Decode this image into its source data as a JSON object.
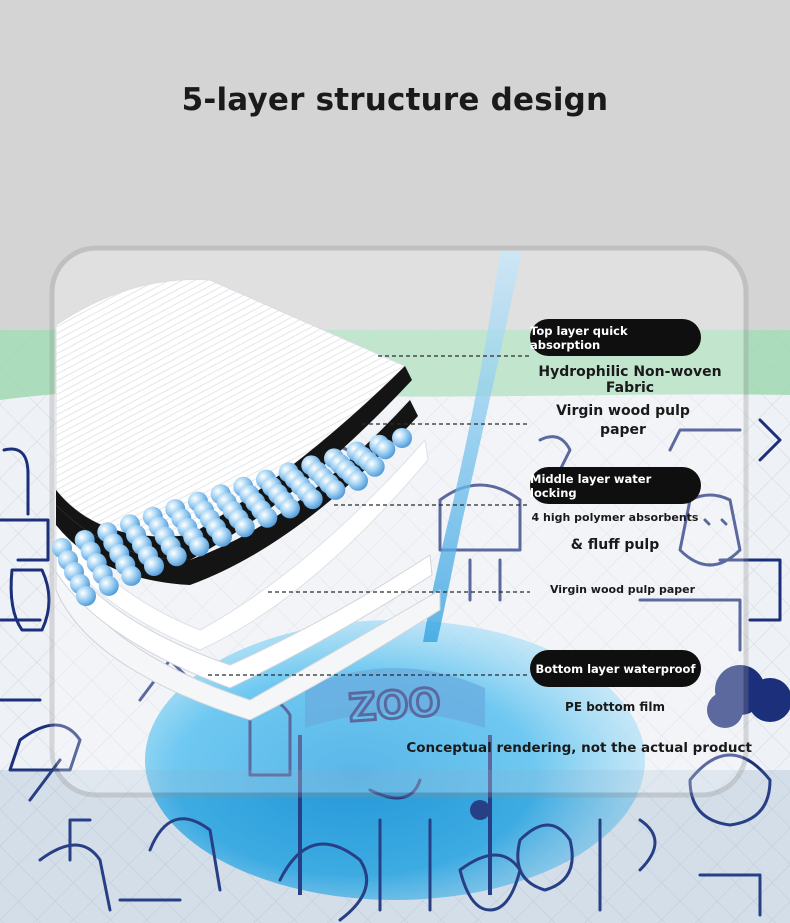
{
  "title": "5-layer structure design",
  "layers": [
    {
      "pill": "Top layer quick absorption",
      "desc": "Hydrophilic Non-woven Fabric"
    },
    {
      "desc": "Virgin wood pulp paper"
    },
    {
      "pill": "Middle layer water locking",
      "desc": "4 high polymer absorbents",
      "desc2": "& fluff pulp"
    },
    {
      "desc": "Virgin wood pulp paper"
    },
    {
      "pill": "Bottom layer waterproof",
      "desc": "PE bottom film"
    }
  ],
  "disclaimer": "Conceptual rendering, not the actual product",
  "pad_print_text": "ZOO",
  "colors": {
    "background": "#d4d4d4",
    "pill": "#0f0f0f",
    "pattern": "#1c2f7a",
    "liquid": "#2aa9e8",
    "green_band": "#9fd8b0"
  }
}
